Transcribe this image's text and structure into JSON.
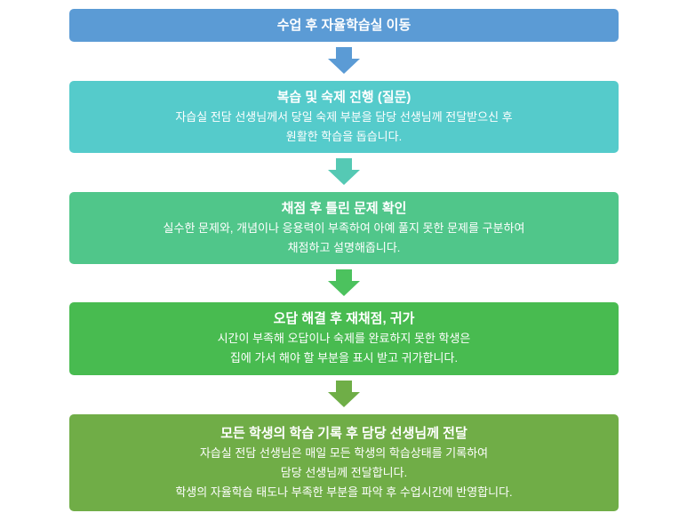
{
  "steps": [
    {
      "title": "수업 후 자율학습실 이동",
      "lines": [],
      "color": "#5b9bd5"
    },
    {
      "title": "복습 및 숙제 진행 (질문)",
      "lines": [
        "자습실 전담 선생님께서 당일 숙제 부분을 담당 선생님께 전달받으신 후",
        "원활한 학습을 돕습니다."
      ],
      "color": "#55cbcb"
    },
    {
      "title": "채점 후 틀린 문제 확인",
      "lines": [
        "실수한 문제와, 개념이나 응용력이 부족하여 아예 풀지 못한 문제를 구분하여",
        "채점하고 설명해줍니다."
      ],
      "color": "#50c68a"
    },
    {
      "title": "오답 해결 후 재채점, 귀가",
      "lines": [
        "시간이 부족해 오답이나 숙제를 완료하지 못한 학생은",
        "집에 가서 해야 할 부분을 표시 받고 귀가합니다."
      ],
      "color": "#48bb50"
    },
    {
      "title": "모든 학생의 학습 기록 후 담당 선생님께 전달",
      "lines": [
        "자습실 전담 선생님은 매일 모든 학생의 학습상태를 기록하여",
        "담당 선생님께 전달합니다.",
        "학생의 자율학습 태도나 부족한 부분을 파악 후 수업시간에 반영합니다."
      ],
      "color": "#70ad47"
    }
  ],
  "arrow_colors": [
    "#5b9bd5",
    "#55c9b4",
    "#4cc25e",
    "#6fae47"
  ]
}
